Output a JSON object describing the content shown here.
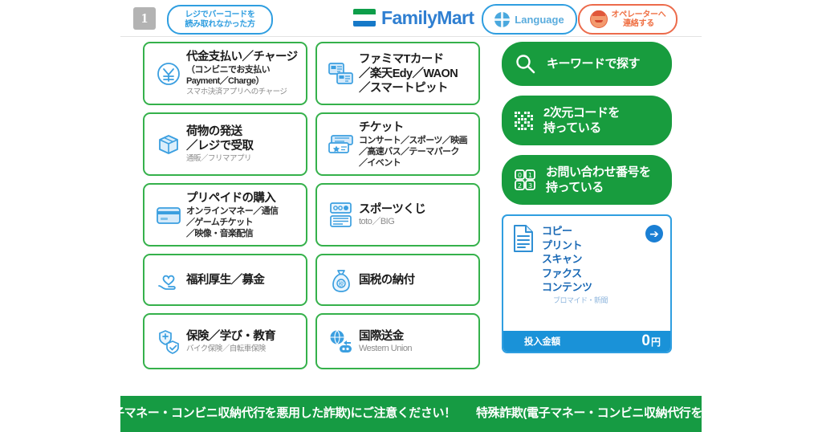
{
  "header": {
    "step_number": "1",
    "barcode_pill": {
      "line1": "レジでバーコードを",
      "line2": "読み取れなかった方"
    },
    "logo_text": "FamilyMart",
    "logo_colors": {
      "green": "#0e9e4a",
      "blue": "#1679c8",
      "text": "#2f7fd1"
    },
    "language_label": "Language",
    "operator_pill": {
      "line1": "オペレーターへ",
      "line2": "連絡する"
    }
  },
  "left_column": [
    {
      "icon": "yen-circle-icon",
      "title": "代金支払い／チャージ",
      "sub1": "（コンビニでお支払い",
      "sub2": "Payment／Charge）",
      "tiny": "スマホ決済アプリへのチャージ",
      "height": 79
    },
    {
      "icon": "parcel-box-icon",
      "title": "荷物の発送",
      "title2": "／レジで受取",
      "tiny": "通販／フリマアプリ",
      "height": 79
    },
    {
      "icon": "prepaid-card-icon",
      "title": "プリペイドの購入",
      "tiny1": "オンラインマネー／通信",
      "tiny2": "／ゲームチケット",
      "tiny3": "／映像・音楽配信",
      "height": 79
    },
    {
      "icon": "heart-hand-icon",
      "title": "福利厚生／募金",
      "height": 65
    },
    {
      "icon": "insurance-shield-icon",
      "title": "保険／学び・教育",
      "tiny": "バイク保険／自転車保険",
      "height": 70
    }
  ],
  "middle_column": [
    {
      "icon": "t-card-icon",
      "line1": "ファミマTカード",
      "line2": "／楽天Edy／WAON",
      "line3": "／スマートピット",
      "height": 79
    },
    {
      "icon": "ticket-icon",
      "title": "チケット",
      "tiny1": "コンサート／スポーツ／映画",
      "tiny2": "／高速バス／テーマパーク",
      "tiny3": "／イベント",
      "height": 79
    },
    {
      "icon": "lottery-icon",
      "title": "スポーツくじ",
      "tiny": "toto／BIG",
      "height": 79
    },
    {
      "icon": "tax-bag-icon",
      "title": "国税の納付",
      "height": 65
    },
    {
      "icon": "globe-transfer-icon",
      "title": "国際送金",
      "tiny": "Western Union",
      "height": 70
    }
  ],
  "right_buttons": [
    {
      "icon": "search-icon",
      "label": "キーワードで探す",
      "height": 55
    },
    {
      "icon": "qr-code-icon",
      "label1": "2次元コードを",
      "label2": "持っている",
      "height": 62
    },
    {
      "icon": "inquiry-number-icon",
      "label1": "お問い合わせ番号を",
      "label2": "持っている",
      "height": 62
    }
  ],
  "copy_panel": {
    "icon": "document-icon",
    "items": [
      "コピー",
      "プリント",
      "スキャン",
      "ファクス",
      "コンテンツ"
    ],
    "sub_item": "ブロマイド・新聞",
    "arrow": "➔",
    "money_label": "投入金額",
    "money_value": "0",
    "money_unit": "円",
    "bar_color": "#1a92d8"
  },
  "marquee": {
    "text_left": "子マネー・コンビニ収納代行を悪用した詐欺)にご注意ください！",
    "text_right": "特殊詐欺(電子マネー・コンビニ収納代行を",
    "bg_color": "#169b43"
  },
  "theme": {
    "card_border": "#35b14b",
    "green_button": "#189c3e",
    "blue_accent": "#2f9ee0",
    "orange_accent": "#ec6b4b"
  }
}
